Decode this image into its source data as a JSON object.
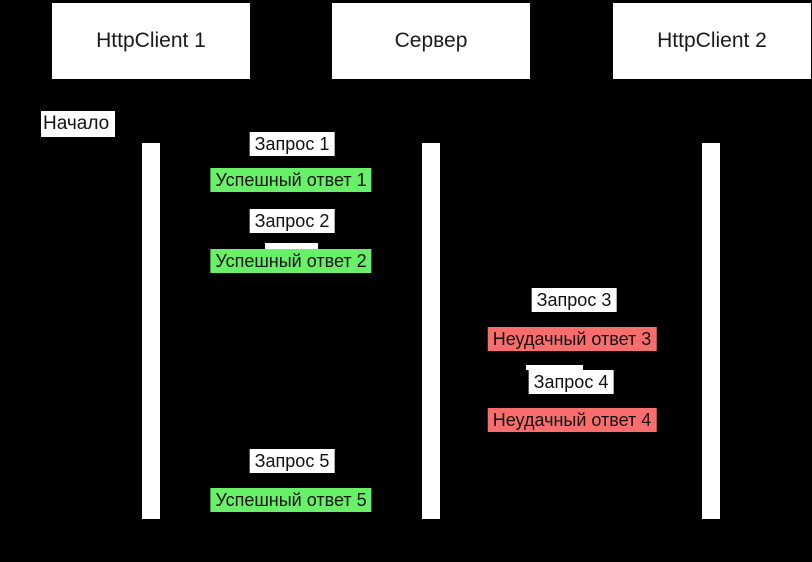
{
  "diagram": {
    "background_color": "#000000",
    "colors": {
      "actor_background": "#ffffff",
      "activation_bar": "#ffffff",
      "request_background": "#ffffff",
      "success_background": "#68f068",
      "failure_background": "#fa6d6d",
      "text": "#111111"
    },
    "actors": [
      {
        "label": "HttpClient 1"
      },
      {
        "label": "Сервер"
      },
      {
        "label": "HttpClient 2"
      }
    ],
    "start_label": "Начало",
    "messages": [
      {
        "label": "Запрос 1",
        "type": "request",
        "lane": "client1-server"
      },
      {
        "label": "Успешный ответ 1",
        "type": "success",
        "lane": "client1-server"
      },
      {
        "label": "Запрос 2",
        "type": "request",
        "lane": "client1-server"
      },
      {
        "label": "Успешный ответ 2",
        "type": "success",
        "lane": "client1-server"
      },
      {
        "label": "Запрос 3",
        "type": "request",
        "lane": "client2-server"
      },
      {
        "label": "Неудачный ответ 3",
        "type": "failure",
        "lane": "client2-server"
      },
      {
        "label": "Запрос 4",
        "type": "request",
        "lane": "client2-server"
      },
      {
        "label": "Неудачный ответ 4",
        "type": "failure",
        "lane": "client2-server"
      },
      {
        "label": "Запрос 5",
        "type": "request",
        "lane": "client1-server"
      },
      {
        "label": "Успешный ответ 5",
        "type": "success",
        "lane": "client1-server"
      }
    ]
  }
}
